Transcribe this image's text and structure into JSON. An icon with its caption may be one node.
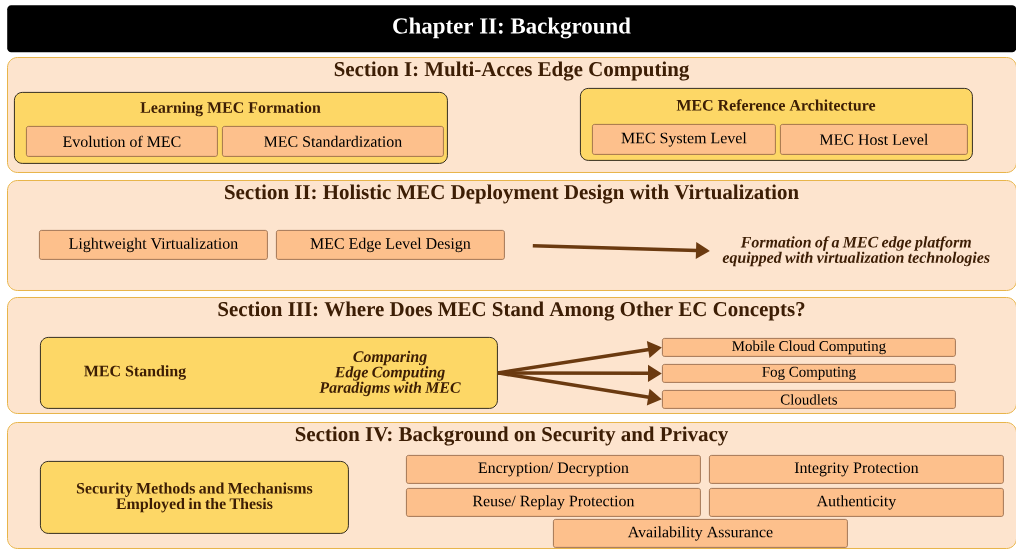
{
  "diagram": {
    "nodes": [
      {
        "text": [
          "Chapter II: Background"
        ]
      },
      {
        "text": [
          "Section I: Multi-Acces Edge Computing"
        ]
      },
      {
        "text": [
          "Learning MEC Formation"
        ],
        "in": 1
      },
      {
        "text": [
          "Evolution of MEC"
        ],
        "in": 2
      },
      {
        "text": [
          "MEC Standardization"
        ],
        "in": 2
      },
      {
        "text": [
          "MEC Reference Architecture"
        ],
        "in": 1
      },
      {
        "text": [
          "MEC System Level"
        ],
        "in": 5
      },
      {
        "text": [
          "MEC Host Level"
        ],
        "in": 5
      },
      {
        "text": [
          "Section II: Holistic MEC Deployment Design with Virtualization"
        ]
      },
      {
        "text": [
          "Lightweight Virtualization"
        ],
        "in": 8
      },
      {
        "text": [
          "MEC Edge Level Design"
        ],
        "in": 8
      },
      {
        "text": [
          "Formation of a MEC edge platform equipped with virtualization technologies"
        ],
        "in": 8
      },
      {
        "text": [
          "Section III: Where Does MEC Stand Among Other EC Concepts?"
        ]
      },
      {
        "text": [
          "MEC Standing",
          "Comparing Edge Computing Paradigms with MEC"
        ],
        "in": 12
      },
      {
        "text": [
          "Mobile Cloud Computing"
        ],
        "in": 12
      },
      {
        "text": [
          "Fog Computing"
        ],
        "in": 12
      },
      {
        "text": [
          "Cloudlets"
        ],
        "in": 12
      },
      {
        "text": [
          "Section IV: Background on Security and Privacy"
        ]
      },
      {
        "text": [
          "Security Methods and Mechanisms Employed in the Thesis"
        ],
        "in": 17
      },
      {
        "text": [
          "Encryption/ Decryption"
        ],
        "in": 17
      },
      {
        "text": [
          "Integrity Protection"
        ],
        "in": 17
      },
      {
        "text": [
          "Reuse/ Replay Protection"
        ],
        "in": 17
      },
      {
        "text": [
          "Authenticity"
        ],
        "in": 17
      },
      {
        "text": [
          "Availability Assurance"
        ],
        "in": 17
      }
    ],
    "edges": [
      {
        "from": 10,
        "to": 11,
        "arrow": "to"
      },
      {
        "from": 13,
        "to": 14,
        "arrow": "to"
      },
      {
        "from": 13,
        "to": 15,
        "arrow": "to"
      },
      {
        "from": 13,
        "to": 16,
        "arrow": "to"
      }
    ]
  }
}
